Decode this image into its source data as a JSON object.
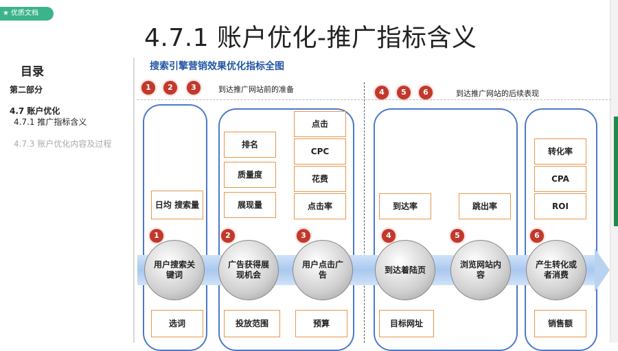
{
  "badge": {
    "star": "★",
    "label": "优质文档"
  },
  "slide_title": "4.7.1 账户优化-推广指标含义",
  "toc": {
    "title": "目录",
    "part": "第二部分",
    "section": "4.7 账户优化",
    "item_active": "4.7.1 推广指标含义",
    "item_inactive": "4.7.3 账户优化内容及过程"
  },
  "diagram": {
    "subtitle": "搜索引擎营销效果优化指标全图",
    "header_left": "到达推广网站前的准备",
    "header_right": "到达推广网站的后续表现",
    "top_numbers_left": [
      "1",
      "2",
      "3"
    ],
    "top_numbers_right": [
      "4",
      "5",
      "6"
    ],
    "panel1_boxes": [
      "日均\n搜索量"
    ],
    "panel2_left_boxes": [
      "排名",
      "质量度",
      "展现量"
    ],
    "panel2_right_boxes": [
      "点击",
      "CPC",
      "花费",
      "点击率"
    ],
    "panel3_boxes": [
      "到达率",
      "跳出率"
    ],
    "panel4_boxes": [
      "转化率",
      "CPA",
      "ROI"
    ],
    "stages": [
      {
        "num": "1",
        "label": "用户搜索关键词"
      },
      {
        "num": "2",
        "label": "广告获得展现机会"
      },
      {
        "num": "3",
        "label": "用户点击广告"
      },
      {
        "num": "4",
        "label": "到达着陆页"
      },
      {
        "num": "5",
        "label": "浏览网站内容"
      },
      {
        "num": "6",
        "label": "产生转化或者消费"
      }
    ],
    "bottom_boxes": [
      "选词",
      "投放范围",
      "预算",
      "目标网址",
      "销售额"
    ]
  }
}
